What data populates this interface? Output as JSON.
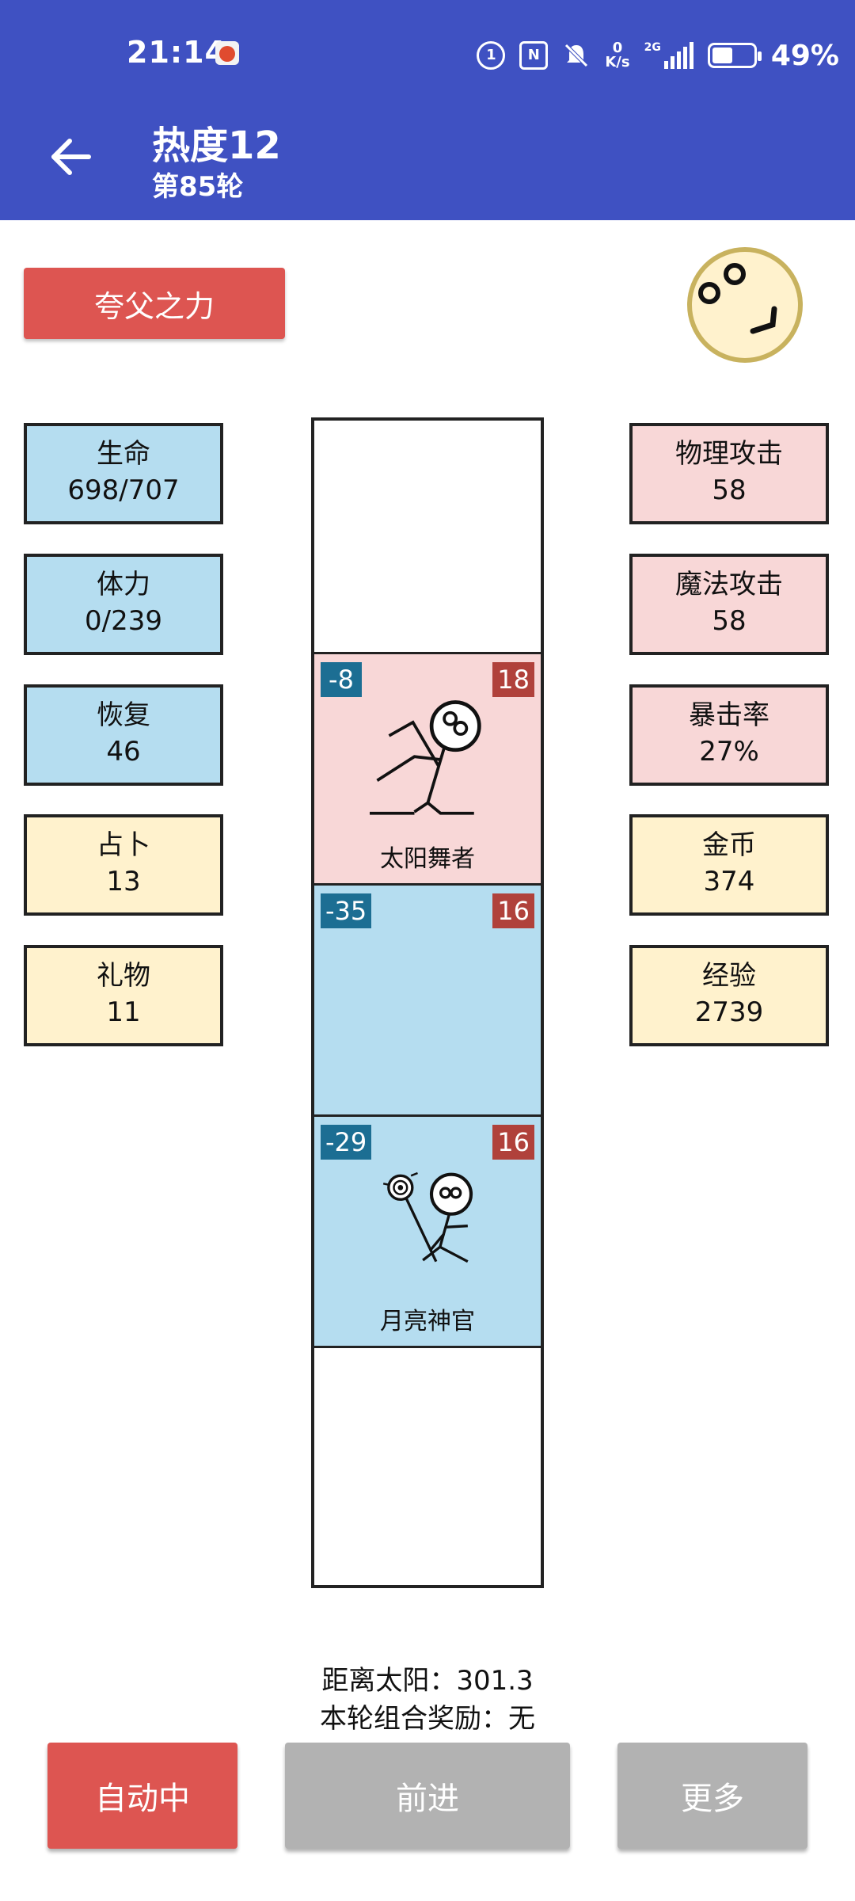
{
  "status": {
    "time": "21:14",
    "speed_value": "0",
    "speed_unit": "K/s",
    "network": "2G",
    "battery": "49%",
    "battery_level": 0.49
  },
  "appbar": {
    "title": "热度12",
    "subtitle": "第85轮"
  },
  "skill_button": "夸父之力",
  "left_stats": [
    {
      "label": "生命",
      "value": "698/707"
    },
    {
      "label": "体力",
      "value": "0/239"
    },
    {
      "label": "恢复",
      "value": "46"
    },
    {
      "label": "占卜",
      "value": "13"
    },
    {
      "label": "礼物",
      "value": "11"
    }
  ],
  "right_stats": [
    {
      "label": "物理攻击",
      "value": "58"
    },
    {
      "label": "魔法攻击",
      "value": "58"
    },
    {
      "label": "暴击率",
      "value": "27%"
    },
    {
      "label": "金币",
      "value": "374"
    },
    {
      "label": "经验",
      "value": "2739"
    }
  ],
  "track": {
    "cells": [
      {
        "left_badge": "",
        "right_badge": "",
        "name": ""
      },
      {
        "left_badge": "-8",
        "right_badge": "18",
        "name": "太阳舞者"
      },
      {
        "left_badge": "-35",
        "right_badge": "16",
        "name": ""
      },
      {
        "left_badge": "-29",
        "right_badge": "16",
        "name": "月亮神官"
      },
      {
        "left_badge": "",
        "right_badge": "",
        "name": ""
      }
    ]
  },
  "info": {
    "distance": "距离太阳：301.3",
    "reward": "本轮组合奖励：无"
  },
  "buttons": {
    "auto": "自动中",
    "forward": "前进",
    "more": "更多"
  },
  "colors": {
    "appbar": "#3f51c2",
    "accent_red": "#dd5551",
    "stat_blue": "#b5ddf0",
    "stat_pink": "#f8d7d7",
    "stat_yellow": "#fff2cd",
    "badge_blue": "#1c6e93",
    "badge_red": "#b0413b",
    "button_gray": "#b2b2b2"
  },
  "icons": [
    "back-arrow-icon",
    "tomato-icon",
    "alarm-icon",
    "nfc-icon",
    "mute-icon",
    "signal-icon",
    "battery-icon",
    "face-avatar-icon"
  ]
}
